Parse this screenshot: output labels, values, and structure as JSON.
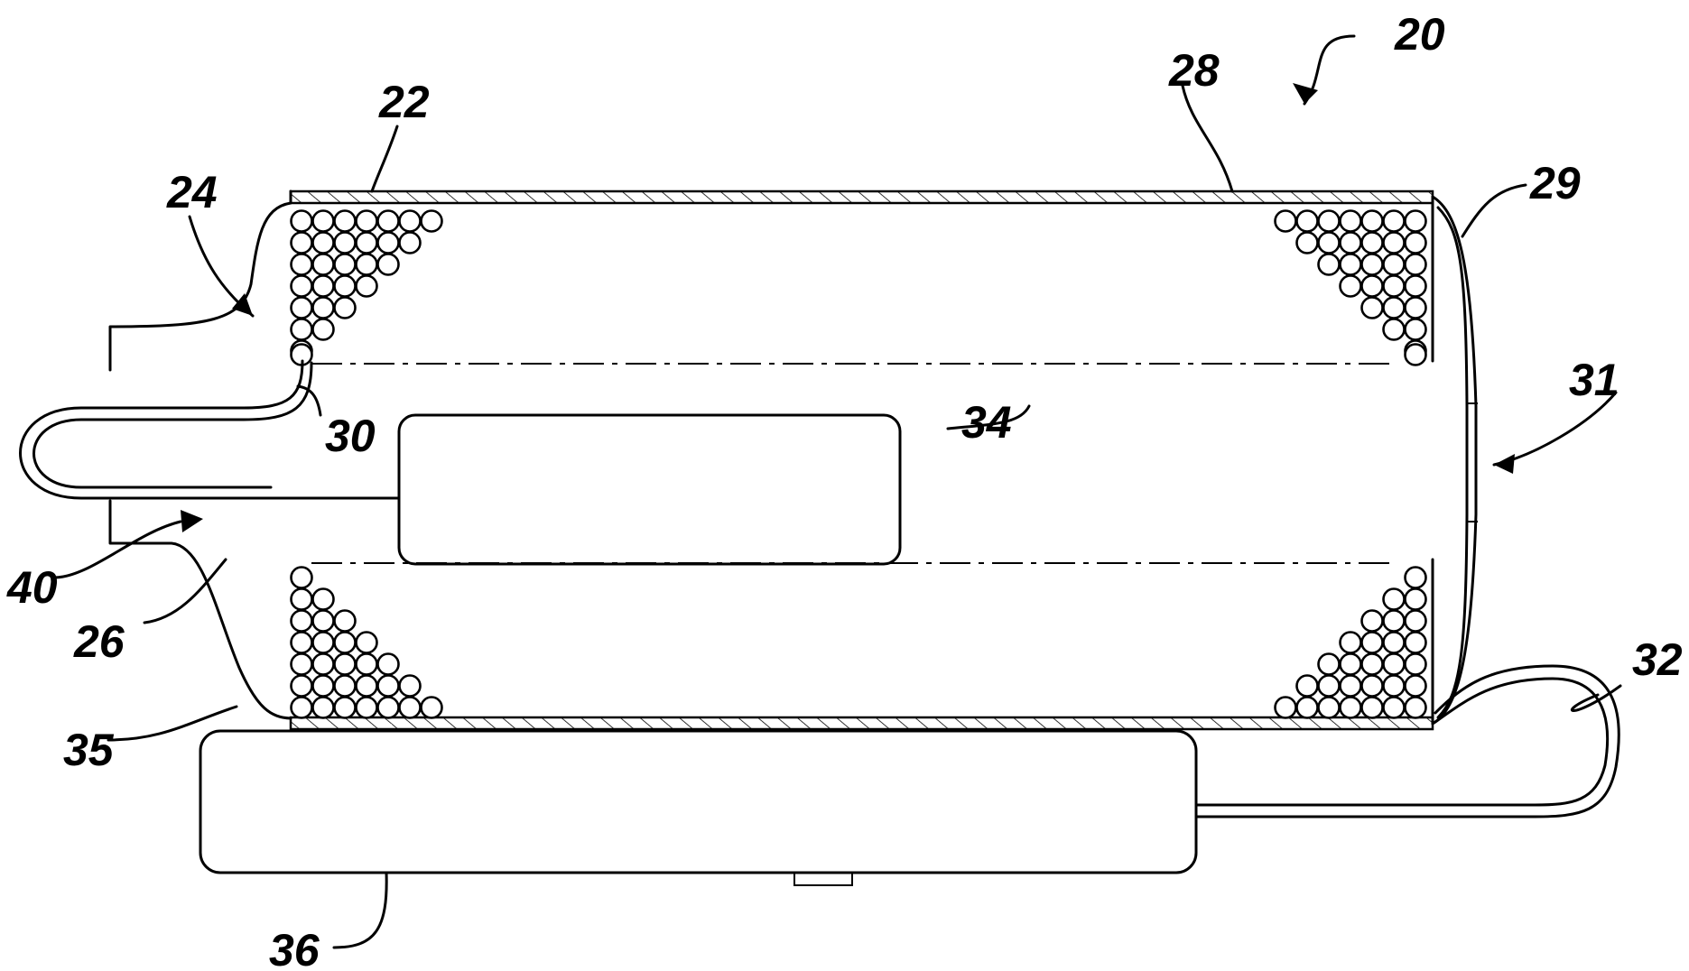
{
  "labels": {
    "n20": "20",
    "n22": "22",
    "n24": "24",
    "n26": "26",
    "n28": "28",
    "n29": "29",
    "n30": "30",
    "n31": "31",
    "n32": "32",
    "n34": "34",
    "n35": "35",
    "n36": "36",
    "n40": "40"
  }
}
